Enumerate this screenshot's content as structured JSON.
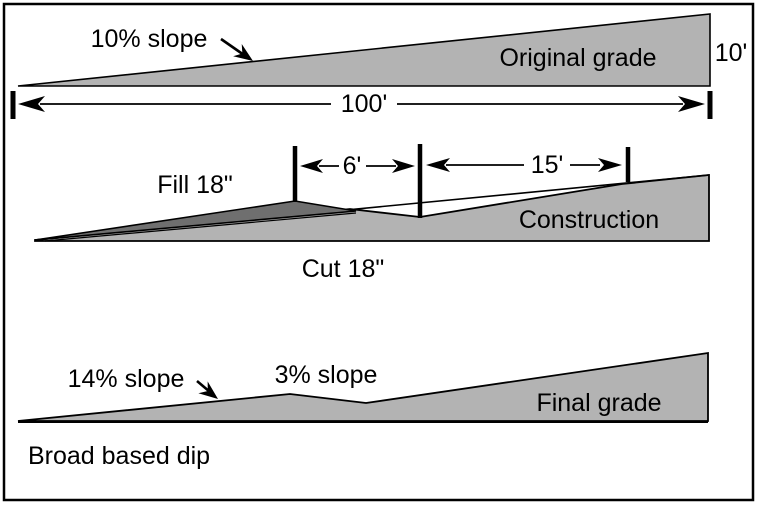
{
  "figure": {
    "caption": "Broad based dip",
    "colors": {
      "fill_light": "#b3b3b3",
      "fill_dark": "#6f6f6f",
      "line": "#000000",
      "background": "#ffffff"
    },
    "original_grade": {
      "label": "Original grade",
      "slope": "10% slope",
      "height": "10'",
      "length": "100'"
    },
    "construction": {
      "label": "Construction",
      "fill": "Fill 18\"",
      "cut": "Cut 18\"",
      "dip_length": "6'",
      "climb_length": "15'"
    },
    "final_grade": {
      "label": "Final grade",
      "approach_slope": "14% slope",
      "dip_slope": "3% slope"
    }
  }
}
